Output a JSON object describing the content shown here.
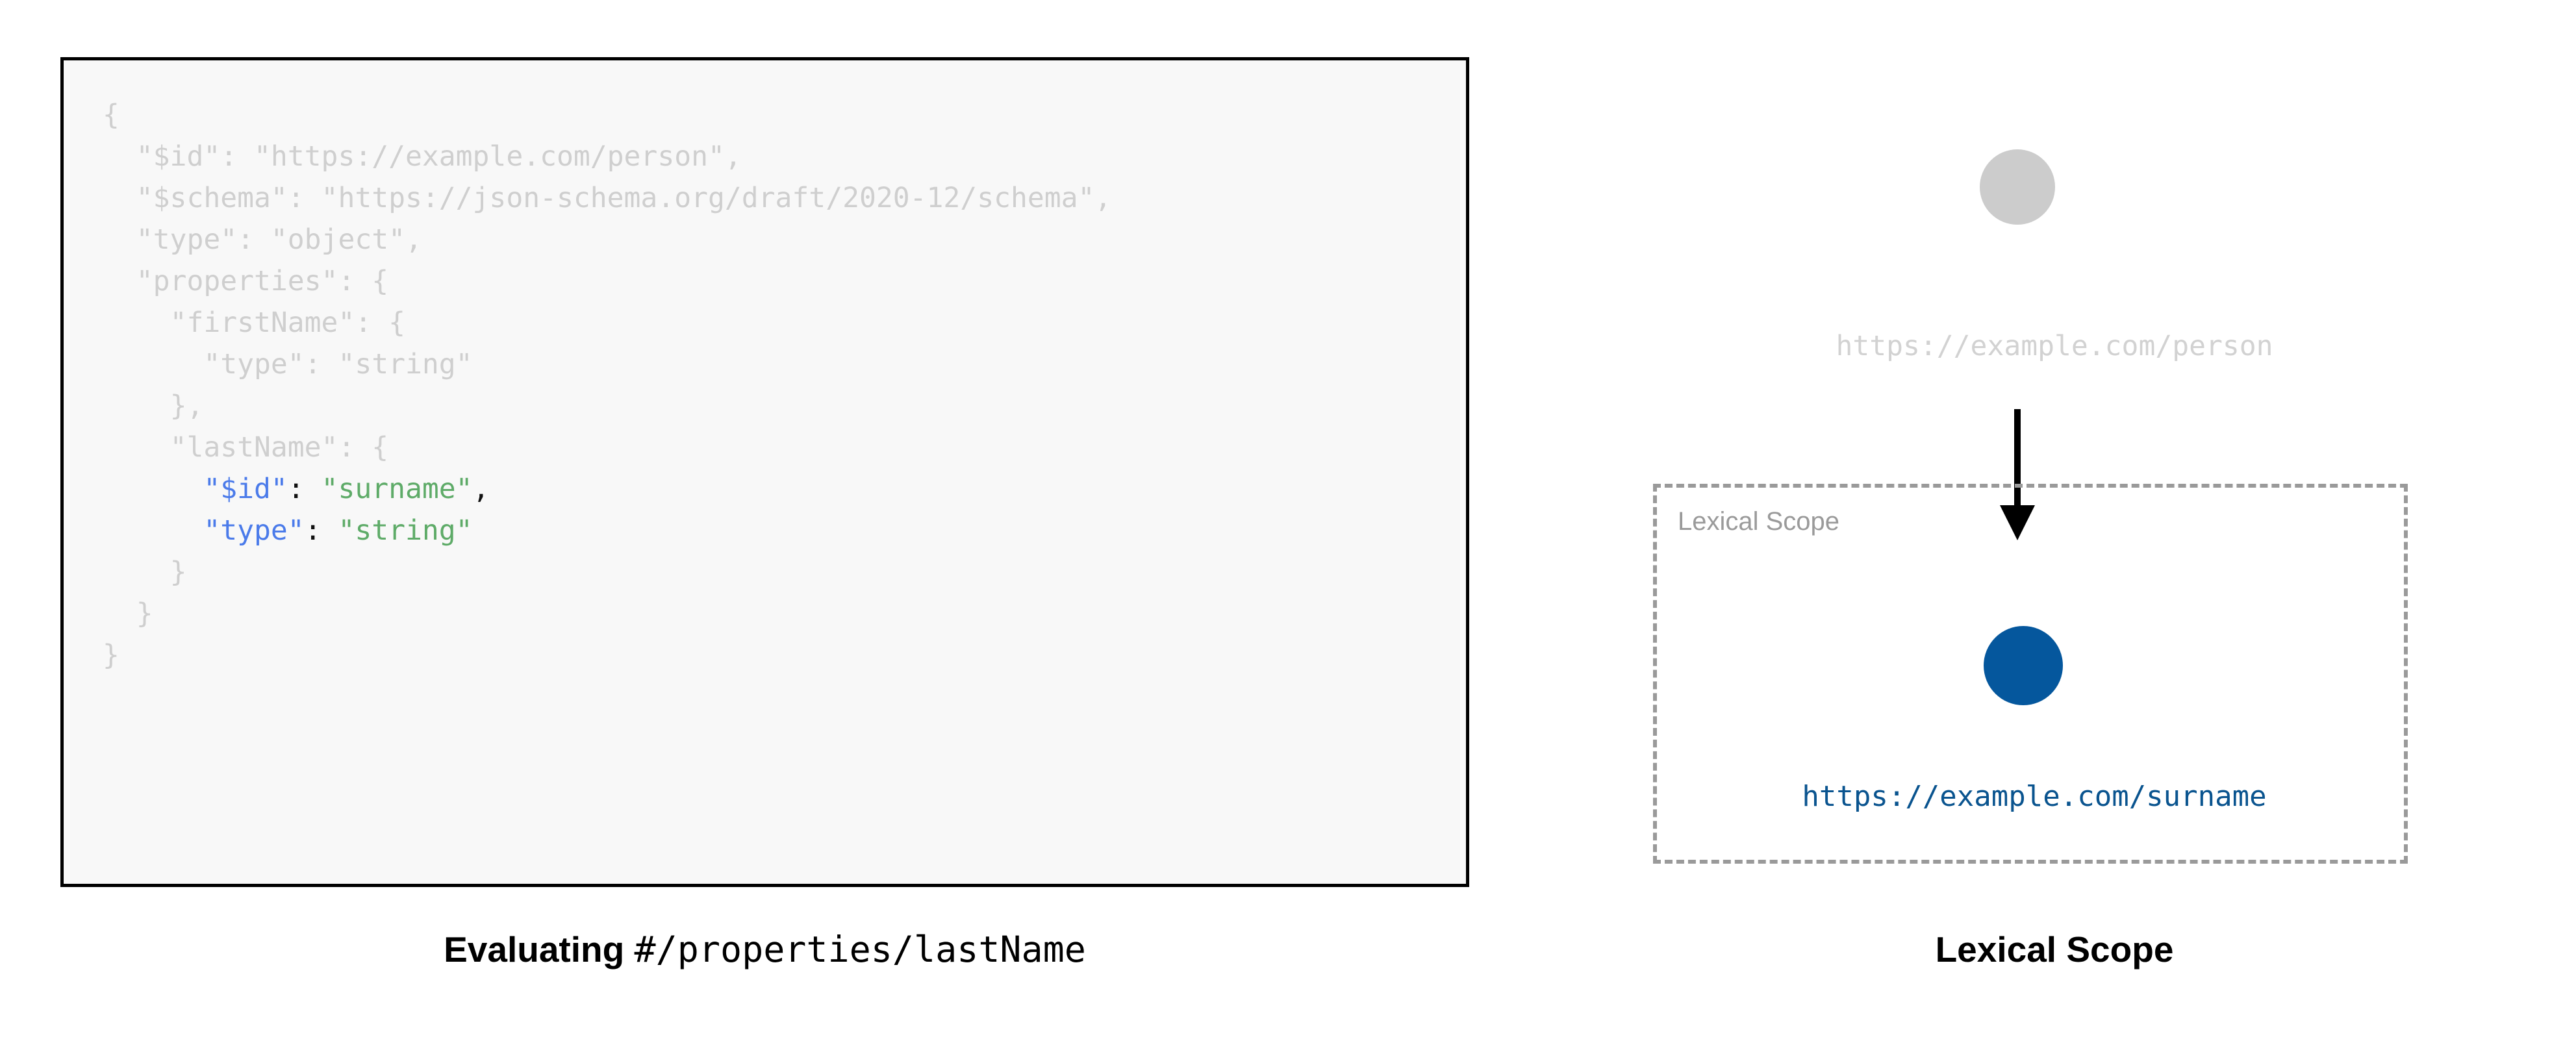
{
  "colors": {
    "dim_text": "#cfcfcf",
    "key_blue": "#4b7bea",
    "string_green": "#5eab68",
    "punctuation": "#111111",
    "node_inactive": "#cccccc",
    "node_active": "#05579d",
    "scope_border": "#9a9a9a",
    "scope_label": "#9a9a9a",
    "code_bg": "#f8f8f8",
    "code_border": "#000000"
  },
  "code_panel": {
    "lines": [
      {
        "indent": 0,
        "segments": [
          {
            "text": "{",
            "style": "dim"
          }
        ]
      },
      {
        "indent": 1,
        "segments": [
          {
            "text": "\"$id\": \"https://example.com/person\",",
            "style": "dim"
          }
        ]
      },
      {
        "indent": 1,
        "segments": [
          {
            "text": "\"$schema\": \"https://json-schema.org/draft/2020-12/schema\",",
            "style": "dim"
          }
        ]
      },
      {
        "indent": 1,
        "segments": [
          {
            "text": "\"type\": \"object\",",
            "style": "dim"
          }
        ]
      },
      {
        "indent": 1,
        "segments": [
          {
            "text": "\"properties\": {",
            "style": "dim"
          }
        ]
      },
      {
        "indent": 2,
        "segments": [
          {
            "text": "\"firstName\": {",
            "style": "dim"
          }
        ]
      },
      {
        "indent": 3,
        "segments": [
          {
            "text": "\"type\": \"string\"",
            "style": "dim"
          }
        ]
      },
      {
        "indent": 2,
        "segments": [
          {
            "text": "},",
            "style": "dim"
          }
        ]
      },
      {
        "indent": 2,
        "segments": [
          {
            "text": "\"lastName\": {",
            "style": "dim"
          }
        ]
      },
      {
        "indent": 3,
        "segments": [
          {
            "text": "\"$id\"",
            "style": "key"
          },
          {
            "text": ": ",
            "style": "pun"
          },
          {
            "text": "\"surname\"",
            "style": "str"
          },
          {
            "text": ",",
            "style": "pun"
          }
        ]
      },
      {
        "indent": 3,
        "segments": [
          {
            "text": "\"type\"",
            "style": "key"
          },
          {
            "text": ": ",
            "style": "pun"
          },
          {
            "text": "\"string\"",
            "style": "str"
          }
        ]
      },
      {
        "indent": 2,
        "segments": [
          {
            "text": "}",
            "style": "dim"
          }
        ]
      },
      {
        "indent": 1,
        "segments": [
          {
            "text": "}",
            "style": "dim"
          }
        ]
      },
      {
        "indent": 0,
        "segments": [
          {
            "text": "}",
            "style": "dim"
          }
        ]
      }
    ],
    "caption_bold": "Evaluating",
    "caption_mono": "#/properties/lastName"
  },
  "diagram_panel": {
    "outer_node": {
      "label": "https://example.com/person",
      "state": "inactive"
    },
    "arrow": {
      "direction": "down",
      "name": "resolution-arrow"
    },
    "scope_box": {
      "label": "Lexical Scope"
    },
    "inner_node": {
      "label": "https://example.com/surname",
      "state": "active"
    },
    "caption": "Lexical Scope"
  }
}
